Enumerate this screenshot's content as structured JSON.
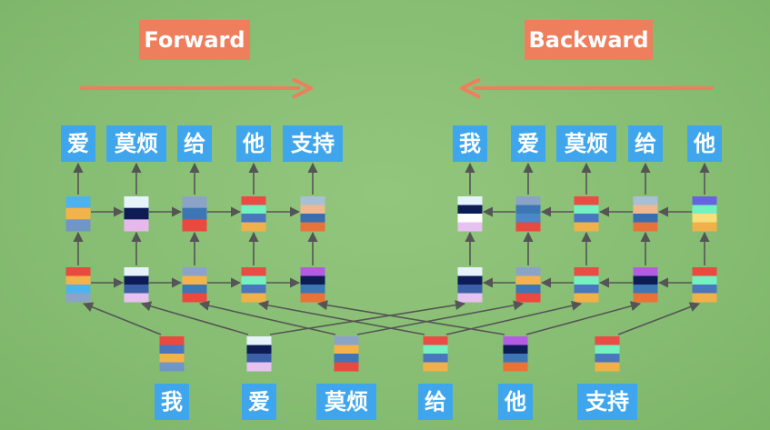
{
  "forward": {
    "title": "Forward",
    "outputs": [
      "爱",
      "莫烦",
      "给",
      "他",
      "支持"
    ],
    "upper_cells": [
      [
        "#4db3ee",
        "#f4b24a",
        "#6f96c4"
      ],
      [
        "#e6f3fb",
        "#0e1c55",
        "#e7b8eb"
      ],
      [
        "#8ca3c8",
        "#3c76b4",
        "#e9493f"
      ],
      [
        "#e94c45",
        "#75f0c0",
        "#4a76be",
        "#f0b04a"
      ],
      [
        "#a9bfd6",
        "#eeb893",
        "#3a6cb0",
        "#e97238"
      ]
    ],
    "lower_cells": [
      [
        "#e9493f",
        "#f4b24a",
        "#4db3ee",
        "#8ca3c8"
      ],
      [
        "#e6f3fb",
        "#0e1c55",
        "#3c5fa8",
        "#e7c2f0"
      ],
      [
        "#8ca3c8",
        "#f4b24a",
        "#3c76b4",
        "#e9493f"
      ],
      [
        "#e94c45",
        "#75f0c0",
        "#4a76be",
        "#f0b04a"
      ],
      [
        "#b35ce3",
        "#0e1c55",
        "#3c76b4",
        "#e97238"
      ]
    ]
  },
  "backward": {
    "title": "Backward",
    "outputs": [
      "我",
      "爱",
      "莫烦",
      "给",
      "他"
    ],
    "upper_cells": [
      [
        "#e6f3fb",
        "#0e1c55",
        "#ffffff",
        "#e7c2f0"
      ],
      [
        "#8ca3c8",
        "#3c76b4",
        "#4a88c8",
        "#e9493f"
      ],
      [
        "#e94c45",
        "#75f0c0",
        "#4a76be",
        "#f0b04a"
      ],
      [
        "#a9bfd6",
        "#eeb893",
        "#3a6cb0",
        "#e97238"
      ],
      [
        "#6663e0",
        "#75f0c0",
        "#f7e07a",
        "#f0b04a"
      ]
    ],
    "lower_cells": [
      [
        "#e6f3fb",
        "#0e1c55",
        "#3c5fa8",
        "#e7c2f0"
      ],
      [
        "#8ca3c8",
        "#f4b24a",
        "#3c76b4",
        "#e9493f"
      ],
      [
        "#e94c45",
        "#75f0c0",
        "#4a76be",
        "#f0b04a"
      ],
      [
        "#b35ce3",
        "#0e1c55",
        "#3c76b4",
        "#e97238"
      ],
      [
        "#e9493f",
        "#75f0c0",
        "#4a76be",
        "#f0b04a"
      ]
    ]
  },
  "inputs": {
    "words": [
      "我",
      "爱",
      "莫烦",
      "给",
      "他",
      "支持"
    ],
    "cells": [
      [
        "#e9493f",
        "#4a76be",
        "#f4b24a",
        "#6f96c4"
      ],
      [
        "#e6f3fb",
        "#0e1c55",
        "#3c5fa8",
        "#e7c2f0"
      ],
      [
        "#8ca3c8",
        "#f4b24a",
        "#3c76b4",
        "#e9493f"
      ],
      [
        "#e94c45",
        "#75f0c0",
        "#4a76be",
        "#f0b04a"
      ],
      [
        "#b35ce3",
        "#0e1c55",
        "#3c76b4",
        "#e97238"
      ],
      [
        "#e94c45",
        "#75f0c0",
        "#4a76be",
        "#f0b04a"
      ]
    ]
  },
  "colors": {
    "title_bg": "#ee7e5c",
    "word_bg": "#3fa6ee",
    "arrow_main": "#ee7e5c",
    "connector": "#555555"
  }
}
